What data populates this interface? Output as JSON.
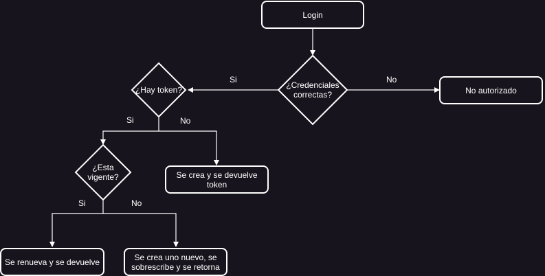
{
  "nodes": {
    "login": "Login",
    "no_autorizado": "No autorizado",
    "crea_devuelve_token": "Se crea y se devuelve token",
    "renueva_devuelve": "Se renueva y se devuelve",
    "crea_nuevo_sobrescribe": "Se crea uno nuevo, se sobrescribe y se retorna"
  },
  "decisions": {
    "credenciales": "¿Credenciales correctas?",
    "hay_token": "¿Hay token?",
    "esta_vigente": "¿Esta vigente?"
  },
  "edge_labels": {
    "credenciales_si": "Si",
    "credenciales_no": "No",
    "token_si": "Si",
    "token_no": "No",
    "vigente_si": "Si",
    "vigente_no": "No"
  },
  "colors": {
    "background": "#18141d",
    "stroke": "#ffffff",
    "text": "#ffffff"
  }
}
